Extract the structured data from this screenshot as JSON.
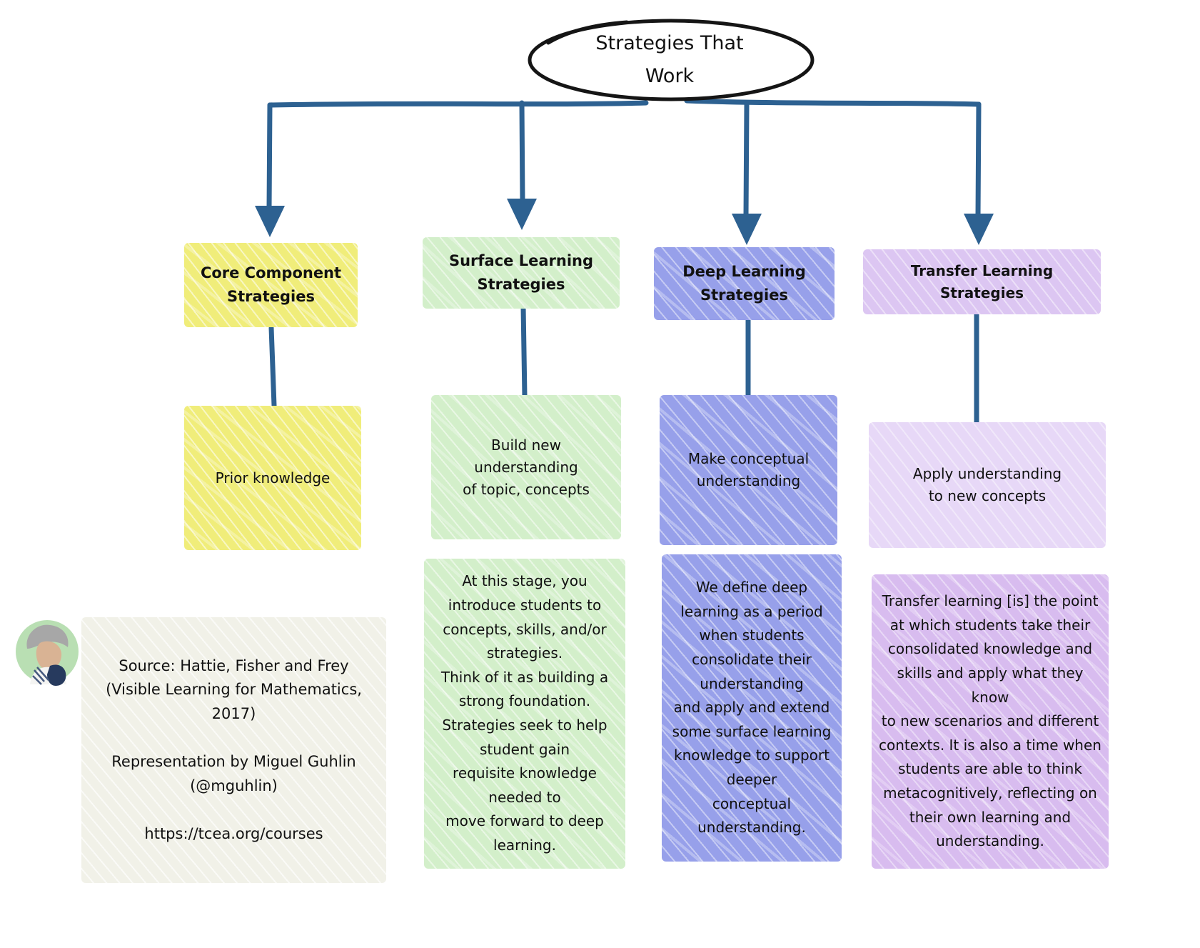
{
  "title": "Strategies That\nWork",
  "columns": [
    {
      "header": "Core Component\nStrategies",
      "sub": "Prior knowledge",
      "description": "",
      "color": "#f0ed7a"
    },
    {
      "header": "Surface Learning\nStrategies",
      "sub": "Build new understanding\nof topic, concepts",
      "description": "At this stage, you\nintroduce students to\nconcepts, skills, and/or\nstrategies.\nThink of it as building a\nstrong foundation.\nStrategies seek to help\nstudent gain\nrequisite knowledge\nneeded to\nmove forward to deep\nlearning.",
      "color": "#d3efca"
    },
    {
      "header": "Deep Learning\nStrategies",
      "sub": "Make conceptual\nunderstanding",
      "description": "We define deep\nlearning as a period\nwhen students\nconsolidate their\nunderstanding\nand apply and extend\nsome surface learning\nknowledge to support\ndeeper\nconceptual\nunderstanding.",
      "color": "#97a0ea"
    },
    {
      "header": "Transfer Learning Strategies",
      "sub": "Apply understanding\nto new concepts",
      "description": "Transfer learning [is] the point\nat which students take their\nconsolidated knowledge and\nskills and apply what they know\nto new scenarios and different\ncontexts. It is also a time when\nstudents are able to think\nmetacognitively, reflecting on\ntheir own learning and\nunderstanding.",
      "color": "#dcc6f2"
    }
  ],
  "attribution": {
    "text": "Source: Hattie, Fisher and Frey\n(Visible Learning for Mathematics,\n2017)\n\nRepresentation by Miguel Guhlin\n(@mguhlin)\n\nhttps://tcea.org/courses"
  },
  "colors": {
    "connector_blue": "#2d6191",
    "yellow": "#f0ed7a",
    "green": "#d3efca",
    "periwinkle": "#97a0ea",
    "lavender_header": "#dcc6f2",
    "lavender_sub": "#e7d8f7",
    "lavender_desc": "#d8bcef",
    "cream_box": "#f1f1e8",
    "bubble_outline": "#151515"
  }
}
